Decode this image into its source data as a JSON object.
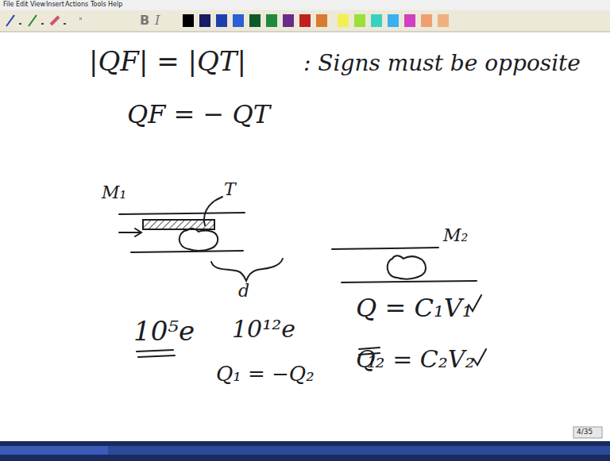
{
  "diagram": {
    "labels": [
      "File",
      "Edit",
      "View",
      "Insert",
      "Actions",
      "Tools",
      "Help",
      "B",
      "I",
      "|QF| = |QT|",
      ": Signs must be opposite",
      "QF = − QT",
      "M₁",
      "T",
      "d",
      "M₂",
      "Q = C₁V₁",
      "1",
      "Q₂ = C₂V₂",
      "10⁵e",
      "10¹²e",
      "Q₁ = −Q₂",
      "4/35"
    ]
  }
}
